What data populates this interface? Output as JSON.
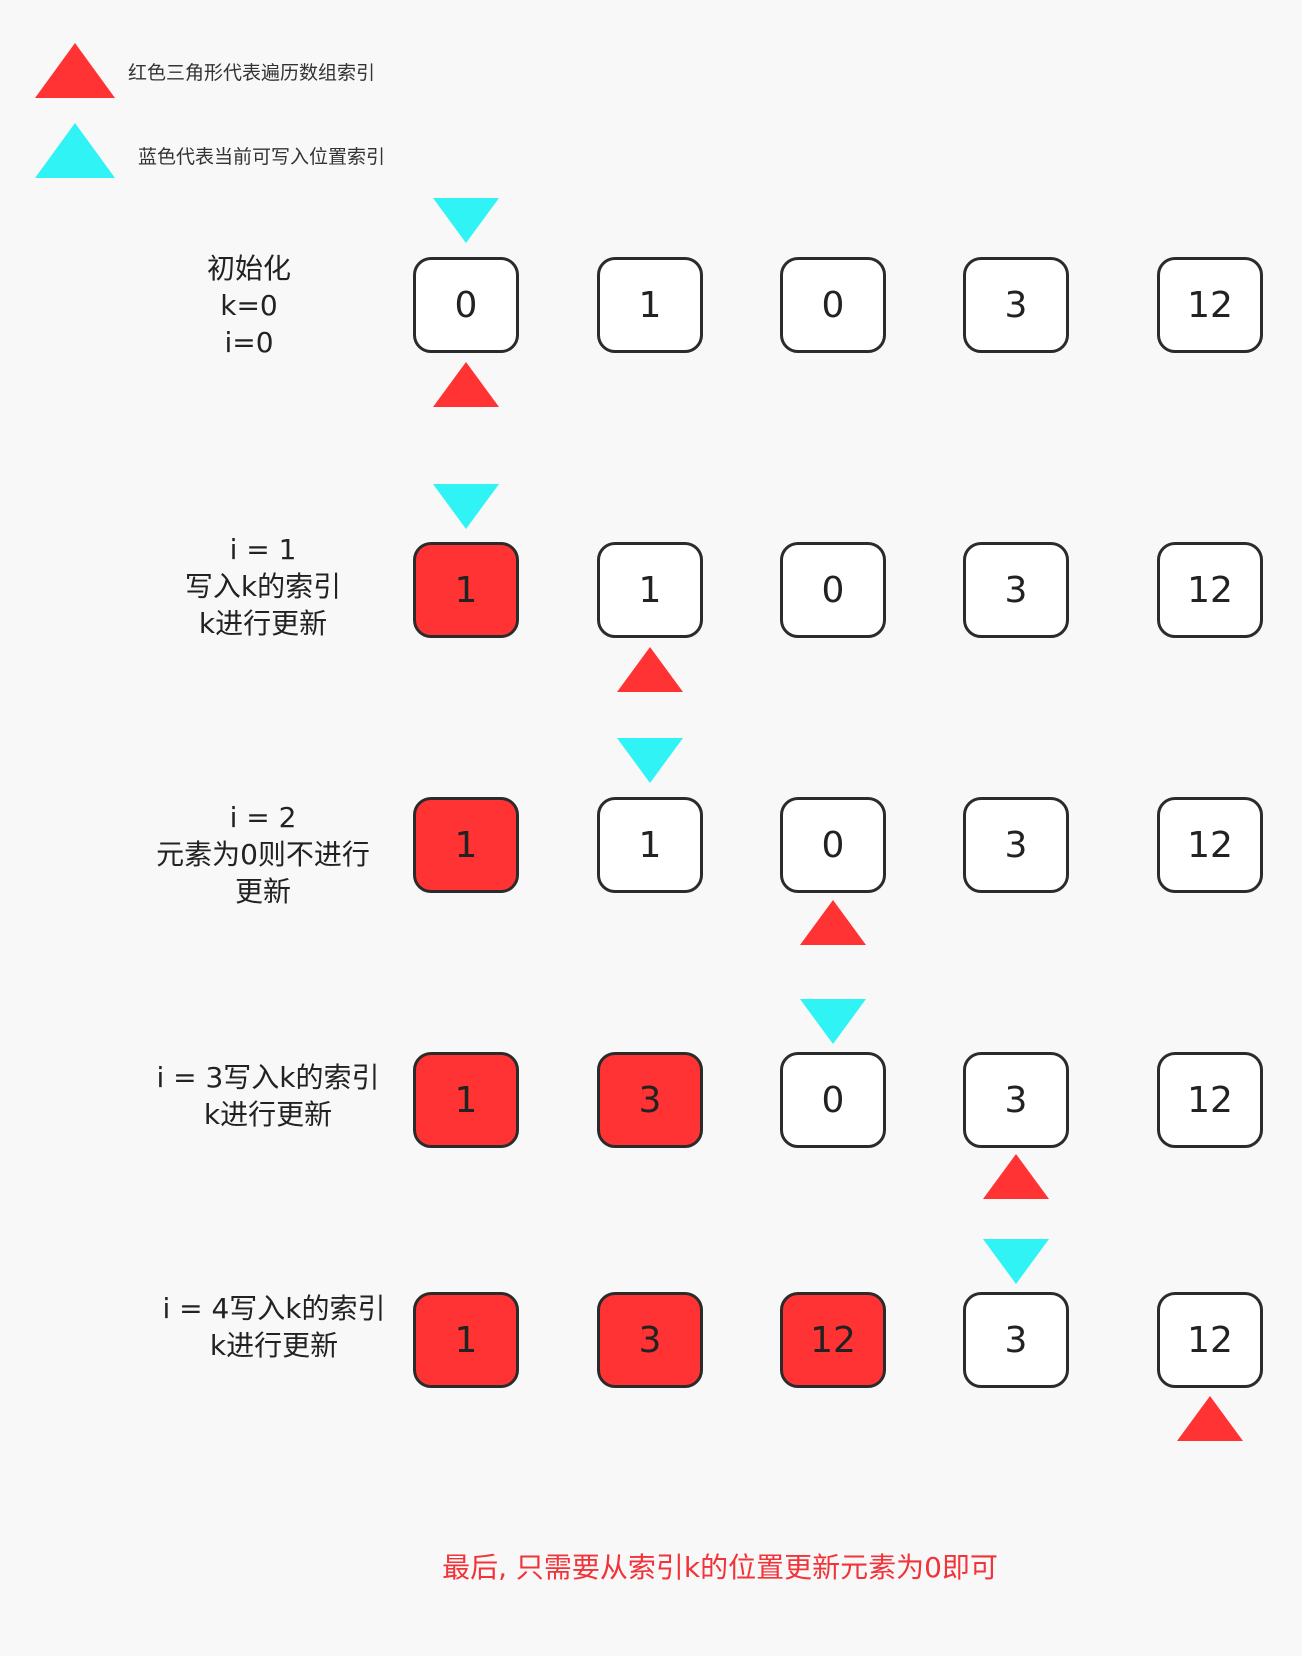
{
  "legend": {
    "red_text": "红色三角形代表遍历数组索引",
    "blue_text": "蓝色代表当前可写入位置索引",
    "red_color": "#ff3333",
    "blue_color": "#2ff3f4"
  },
  "steps": [
    {
      "label_lines": [
        "初始化",
        "k=0",
        "i=0"
      ],
      "values": [
        "0",
        "1",
        "0",
        "3",
        "12"
      ],
      "written": [
        false,
        false,
        false,
        false,
        false
      ],
      "k": 0,
      "i": 0
    },
    {
      "label_lines": [
        "i = 1",
        "写入k的索引",
        "k进行更新"
      ],
      "values": [
        "1",
        "1",
        "0",
        "3",
        "12"
      ],
      "written": [
        true,
        false,
        false,
        false,
        false
      ],
      "k": 0,
      "i": 1
    },
    {
      "label_lines": [
        "i = 2",
        "元素为0则不进行",
        "更新"
      ],
      "values": [
        "1",
        "1",
        "0",
        "3",
        "12"
      ],
      "written": [
        true,
        false,
        false,
        false,
        false
      ],
      "k": 1,
      "i": 2
    },
    {
      "label_lines": [
        "i = 3写入k的索引",
        "k进行更新"
      ],
      "values": [
        "1",
        "3",
        "0",
        "3",
        "12"
      ],
      "written": [
        true,
        true,
        false,
        false,
        false
      ],
      "k": 2,
      "i": 3
    },
    {
      "label_lines": [
        "i = 4写入k的索引",
        "k进行更新"
      ],
      "values": [
        "1",
        "3",
        "12",
        "3",
        "12"
      ],
      "written": [
        true,
        true,
        true,
        false,
        false
      ],
      "k": 3,
      "i": 4
    }
  ],
  "footer_text": "最后, 只需要从索引k的位置更新元素为0即可"
}
